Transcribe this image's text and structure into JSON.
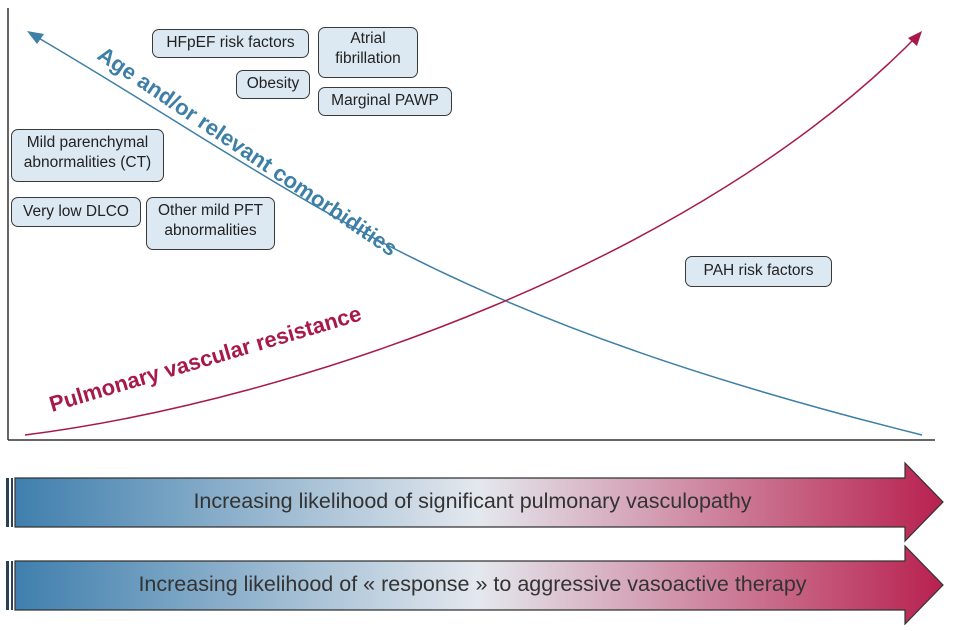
{
  "diagram": {
    "curve_labels": {
      "comorbidities": "Age and/or relevant comorbidities",
      "pvr": "Pulmonary vascular resistance"
    },
    "factor_boxes": {
      "hfpef": "HFpEF risk factors",
      "atrial_line1": "Atrial",
      "atrial_line2": "fibrillation",
      "obesity": "Obesity",
      "marginal_pawp": "Marginal PAWP",
      "mild_parenchymal_line1": "Mild parenchymal",
      "mild_parenchymal_line2": "abnormalities (CT)",
      "very_low_dlco": "Very low DLCO",
      "other_pft_line1": "Other mild PFT",
      "other_pft_line2": "abnormalities",
      "pah": "PAH risk factors"
    },
    "arrows": {
      "vasculopathy": "Increasing likelihood of significant pulmonary vasculopathy",
      "response": "Increasing likelihood of « response » to aggressive vasoactive therapy"
    },
    "colors": {
      "blue": "#3d7fa6",
      "red": "#a8194a",
      "box_fill": "#dce9f3",
      "arrow_left": "#3f7fad",
      "arrow_right": "#b8214f"
    }
  }
}
